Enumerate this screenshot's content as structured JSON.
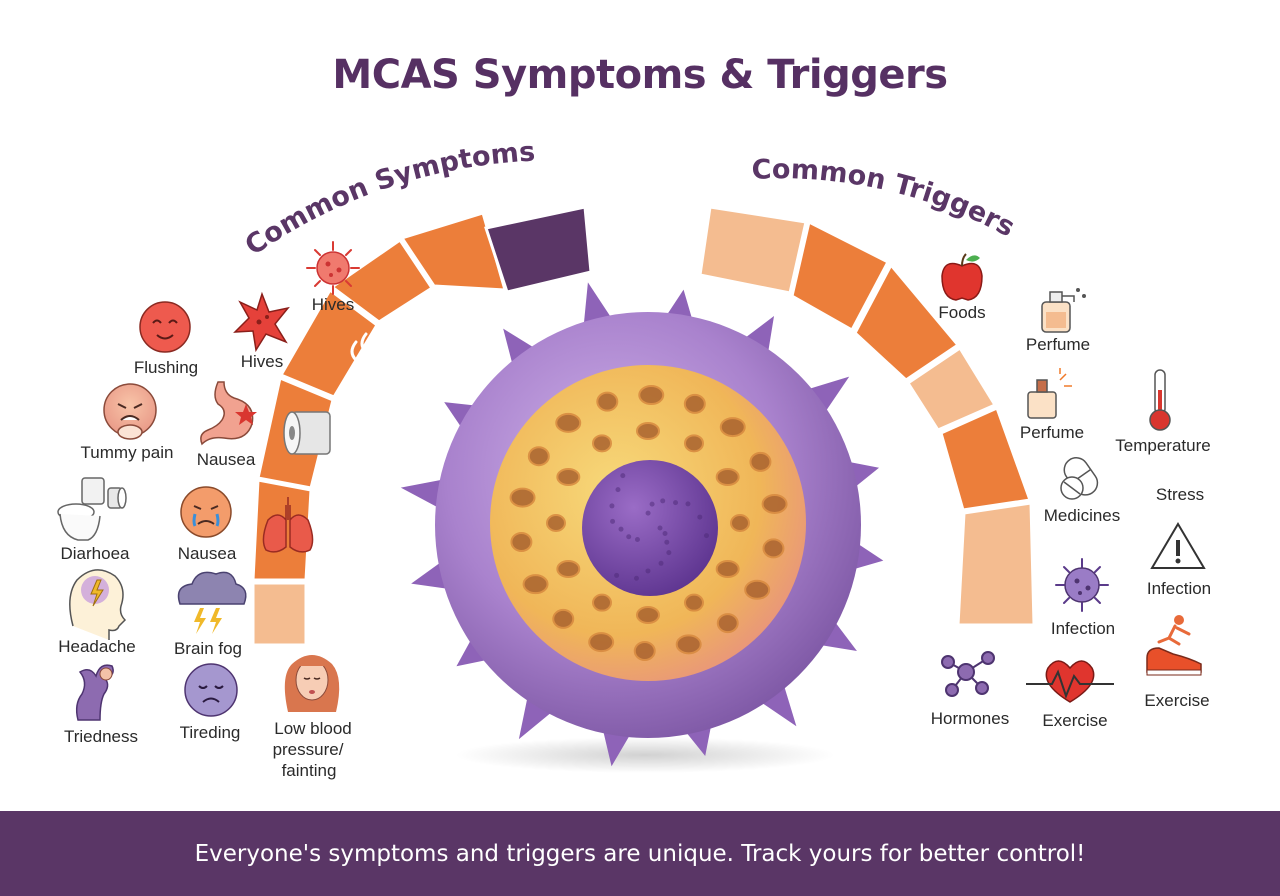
{
  "title": "MCAS Symptoms & Triggers",
  "symptoms": {
    "heading": "Common Symptoms",
    "labels": {
      "hives_top": "Hives",
      "flushing": "Flushing",
      "hives": "Hives",
      "tummy_pain": "Tummy pain",
      "nausea_stomach": "Nausea",
      "diarhoea": "Diarhoea",
      "nausea_face": "Nausea",
      "headache": "Headache",
      "brain_fog": "Brain fog",
      "triedness": "Triedness",
      "tireding": "Tireding",
      "low_bp_line1": "Low blood",
      "low_bp_line2": "pressure/",
      "low_bp_line3": "fainting"
    }
  },
  "triggers": {
    "heading": "Common Triggers",
    "labels": {
      "foods": "Foods",
      "perfume_top": "Perfume",
      "perfume": "Perfume",
      "temperature": "Temperature",
      "medicines": "Medicines",
      "stress": "Stress",
      "infection_warning": "Infection",
      "infection_virus": "Infection",
      "hormones": "Hormones",
      "exercise_heart": "Exercise",
      "exercise_shoe": "Exercise"
    }
  },
  "footer": "Everyone's symptoms and triggers are unique. Track yours for better control!",
  "colors": {
    "brand_purple": "#5a3666",
    "orange": "#ec7e3a",
    "peach": "#f4bc90",
    "cell_purple": "#a47ec8",
    "cell_yellow": "#f1c35e"
  }
}
